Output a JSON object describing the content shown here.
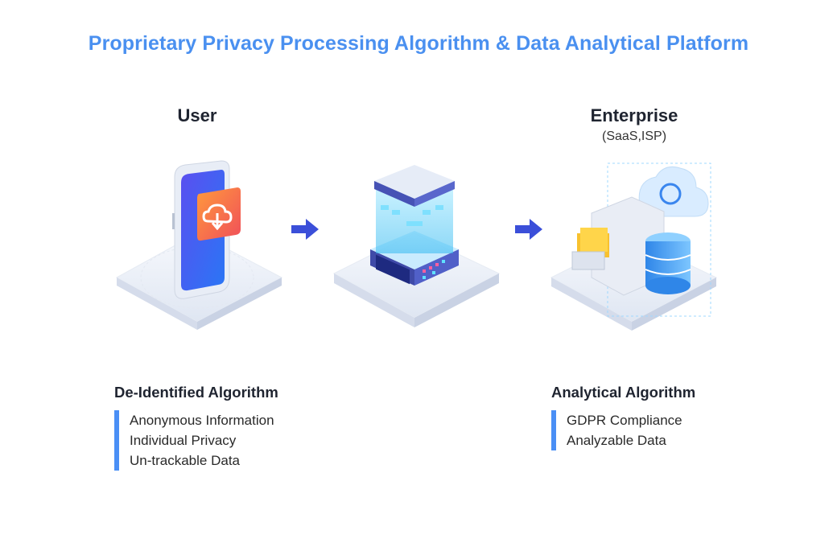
{
  "title": "Proprietary Privacy Processing Algorithm & Data Analytical Platform",
  "stages": {
    "user": {
      "label": "User"
    },
    "enterprise": {
      "label": "Enterprise",
      "sub": "(SaaS,ISP)"
    }
  },
  "left": {
    "heading": "De-Identified Algorithm",
    "items": [
      "Anonymous Information",
      "Individual Privacy",
      "Un-trackable Data"
    ]
  },
  "right": {
    "heading": "Analytical Algorithm",
    "items": [
      "GDPR Compliance",
      "Analyzable Data"
    ]
  },
  "colors": {
    "title": "#4a90f0",
    "accent": "#4a8ff5",
    "arrow": "#3b4fd9"
  },
  "icons": [
    "smartphone-cloud-icon",
    "arrow-right-icon",
    "server-processing-icon",
    "arrow-right-icon",
    "enterprise-storage-icon"
  ]
}
